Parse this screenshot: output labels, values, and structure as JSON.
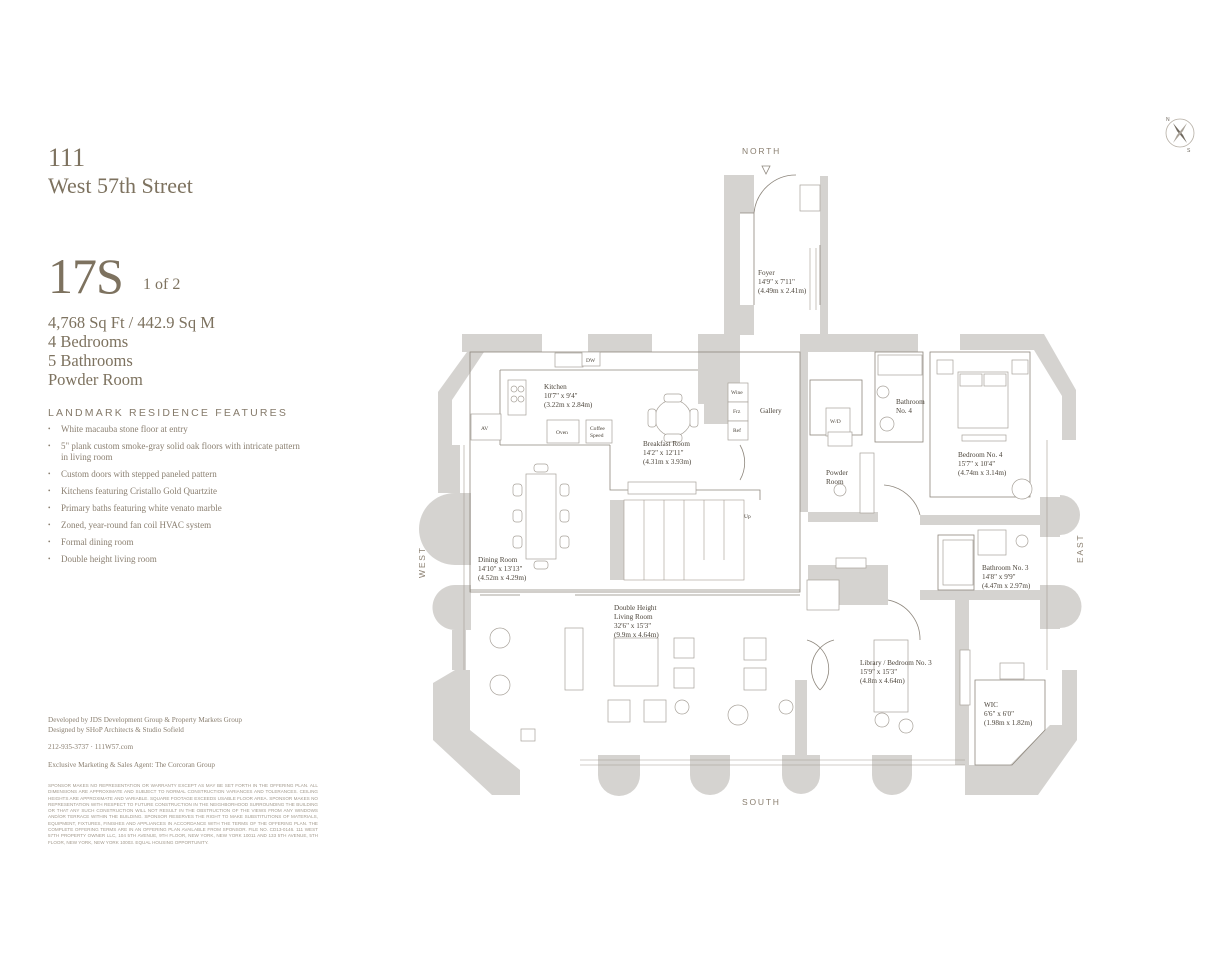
{
  "building": {
    "number": "111",
    "street": "West 57th Street"
  },
  "unit": {
    "number": "17S",
    "page": "1 of 2"
  },
  "specs": [
    "4,768 Sq Ft / 442.9 Sq M",
    "4 Bedrooms",
    "5 Bathrooms",
    "Powder Room"
  ],
  "features": {
    "heading": "LANDMARK RESIDENCE FEATURES",
    "items": [
      "White macauba stone floor at entry",
      "5\" plank custom smoke-gray solid oak floors with intricate pattern in living room",
      "Custom doors with stepped paneled pattern",
      "Kitchens featuring Cristallo Gold Quartzite",
      "Primary baths featuring white venato marble",
      "Zoned, year-round fan coil HVAC system",
      "Formal dining room",
      "Double height living room"
    ]
  },
  "credits": {
    "developer": "Developed by JDS Development Group & Property Markets Group",
    "designer": "Designed by SHoP Architects & Studio Sofield",
    "contact": "212-935-3737  ·  111W57.com",
    "agent": "Exclusive Marketing & Sales Agent: The Corcoran Group"
  },
  "disclaimer": "SPONSOR MAKES NO REPRESENTATION OR WARRANTY EXCEPT AS MAY BE SET FORTH IN THE OFFERING PLAN. ALL DIMENSIONS ARE APPROXIMATE AND SUBJECT TO NORMAL CONSTRUCTION VARIANCES AND TOLERANCES. CEILING HEIGHTS ARE APPROXIMATE AND VARIABLE. SQUARE FOOTAGE EXCEEDS USABLE FLOOR AREA. SPONSOR MAKES NO REPRESENTATION WITH RESPECT TO FUTURE CONSTRUCTION IN THE NEIGHBORHOOD SURROUNDING THE BUILDING OR THAT ANY SUCH CONSTRUCTION WILL NOT RESULT IN THE OBSTRUCTION OF THE VIEWS FROM ANY WINDOWS AND/OR TERRACE WITHIN THE BUILDING. SPONSOR RESERVES THE RIGHT TO MAKE SUBSTITUTIONS OF MATERIALS, EQUIPMENT, FIXTURES, FINISHES AND APPLIANCES IN ACCORDANCE WITH THE TERMS OF THE OFFERING PLAN. THE COMPLETE OFFERING TERMS ARE IN AN OFFERING PLAN AVAILABLE FROM SPONSOR. FILE NO. CD13-0146. 111 WEST 57TH PROPERTY OWNER LLC, 104 5TH AVENUE, 9TH FLOOR, NEW YORK, NEW YORK 10011 AND 133 5TH AVENUE, 5TH FLOOR, NEW YORK, NEW YORK 10003. EQUAL HOUSING OPPORTUNITY.",
  "compass": {
    "north": "NORTH",
    "south": "SOUTH",
    "east": "EAST",
    "west": "WEST"
  },
  "rooms": {
    "foyer": {
      "name": "Foyer",
      "dims": "14'9\" x 7'11\"",
      "metric": "(4.49m x 2.41m)"
    },
    "kitchen": {
      "name": "Kitchen",
      "dims": "10'7\" x 9'4\"",
      "metric": "(3.22m x 2.84m)"
    },
    "breakfast": {
      "name": "Breakfast Room",
      "dims": "14'2\" x 12'11\"",
      "metric": "(4.31m x 3.93m)"
    },
    "gallery": {
      "name": "Gallery"
    },
    "bath4": {
      "name": "Bathroom",
      "name2": "No. 4"
    },
    "bedroom4": {
      "name": "Bedroom No. 4",
      "dims": "15'7\" x 10'4\"",
      "metric": "(4.74m x 3.14m)"
    },
    "powder": {
      "name": "Powder",
      "name2": "Room"
    },
    "dining": {
      "name": "Dining Room",
      "dims": "14'10\" x 13'13\"",
      "metric": "(4.52m x 4.29m)"
    },
    "living": {
      "name": "Double Height",
      "name2": "Living Room",
      "dims": "32'6\" x 15'3\"",
      "metric": "(9.9m x 4.64m)"
    },
    "bath3": {
      "name": "Bathroom No. 3",
      "dims": "14'8\" x 9'9\"",
      "metric": "(4.47m x 2.97m)"
    },
    "library": {
      "name": "Library / Bedroom No. 3",
      "dims": "15'9\" x 15'3\"",
      "metric": "(4.8m x 4.64m)"
    },
    "wic": {
      "name": "WIC",
      "dims": "6'6\" x 6'0\"",
      "metric": "(1.98m x 1.82m)"
    }
  },
  "fixtures": {
    "dw": "DW",
    "av": "AV",
    "oven": "Oven",
    "coffee": "Coffee",
    "speed": "Speed",
    "wine": "Wine",
    "frz": "Frz",
    "ref": "Ref",
    "wd": "W/D",
    "up": "Up"
  }
}
